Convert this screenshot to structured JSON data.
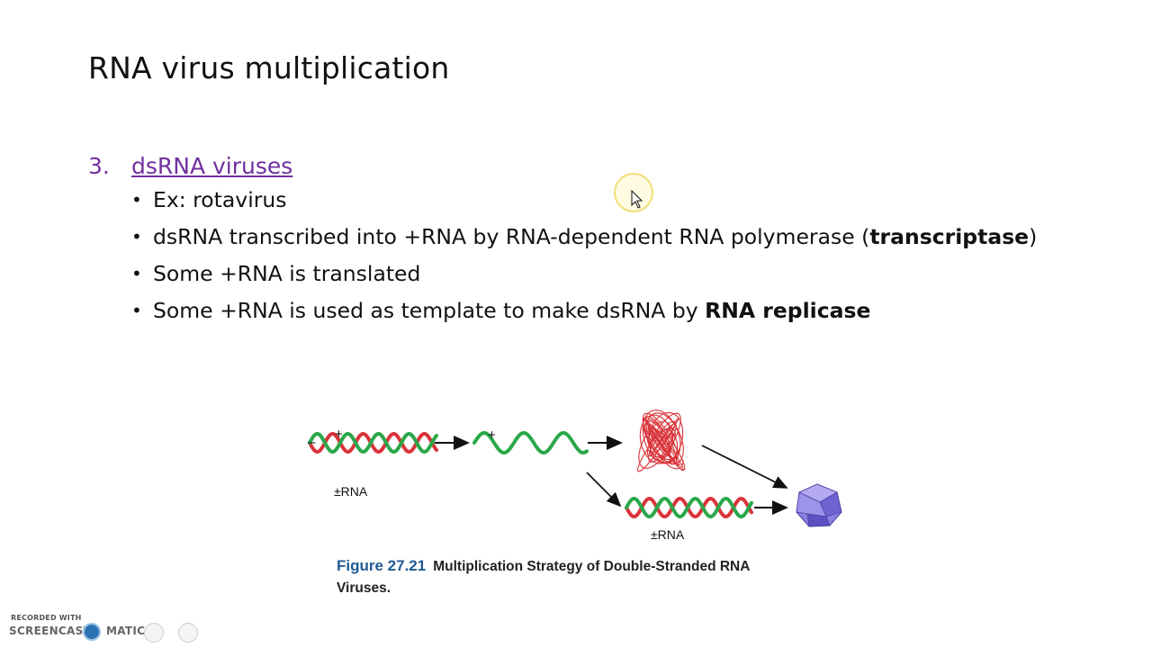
{
  "slide": {
    "title": "RNA virus multiplication",
    "section_number": "3.",
    "section_title": "dsRNA viruses",
    "bullets": [
      {
        "parts": [
          {
            "text": "Ex: rotavirus",
            "bold": false
          }
        ]
      },
      {
        "parts": [
          {
            "text": "dsRNA transcribed into +RNA by RNA-dependent RNA polymerase (",
            "bold": false
          },
          {
            "text": "transcriptase",
            "bold": true
          },
          {
            "text": ")",
            "bold": false
          }
        ]
      },
      {
        "parts": [
          {
            "text": "Some +RNA is translated",
            "bold": false
          }
        ]
      },
      {
        "parts": [
          {
            "text": "Some +RNA is used as template to make dsRNA by ",
            "bold": false
          },
          {
            "text": "RNA replicase",
            "bold": true
          }
        ]
      }
    ]
  },
  "figure": {
    "label_plus_1": "+",
    "label_minus_1": "–",
    "label_plus_2": "+",
    "label_pm_rna_1": "±RNA",
    "label_pm_rna_2": "±RNA",
    "caption_number": "Figure 27.21",
    "caption_text": "Multiplication Strategy of Double-Stranded RNA Viruses.",
    "colors": {
      "green_strand": "#2aa84a",
      "red_strand": "#d9343a",
      "capsid": "#8a7fe0",
      "arrow": "#111111"
    }
  },
  "watermark": {
    "top_text": "RECORDED WITH",
    "brand_left": "SCREENCAST",
    "brand_right": "MATIC"
  },
  "colors": {
    "section_accent": "#7030a0",
    "caption_number": "#1f5a93"
  }
}
